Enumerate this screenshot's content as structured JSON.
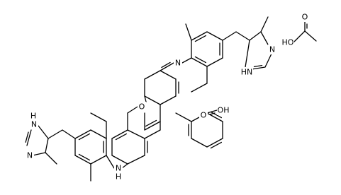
{
  "molecule": {
    "labels": {
      "imine_n": "N",
      "imid1_n": "N",
      "imid1_nh": "HN",
      "acetic_oh": "HO",
      "acetic_o": "O",
      "cooh_oh": "OH",
      "cooh_o": "O",
      "xanthene_o": "O",
      "amine_nh": "N",
      "amine_h": "H",
      "imid2_nh": "H",
      "imid2_nh_n": "N",
      "imid2_n": "N"
    }
  }
}
